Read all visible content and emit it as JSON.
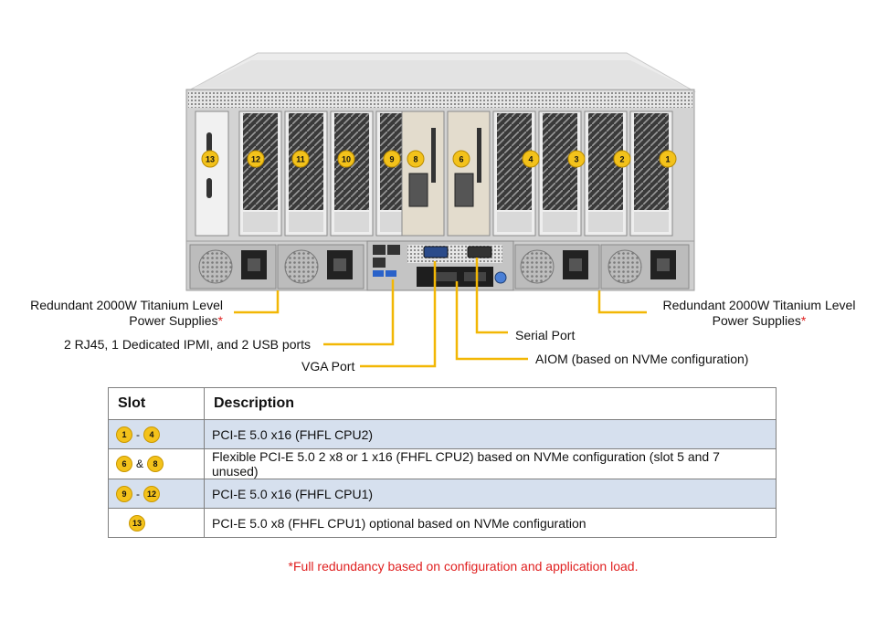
{
  "slot_badges": [
    "13",
    "12",
    "11",
    "10",
    "9",
    "8",
    "6",
    "4",
    "3",
    "2",
    "1"
  ],
  "callouts": {
    "psu_left_line1": "Redundant 2000W Titanium Level",
    "psu_left_line2": "Power Supplies",
    "psu_right_line1": "Redundant 2000W Titanium Level",
    "psu_right_line2": "Power Supplies",
    "asterisk": "*",
    "io_ports": "2 RJ45, 1 Dedicated IPMI, and 2 USB ports",
    "vga": "VGA Port",
    "serial": "Serial Port",
    "aiom": "AIOM (based on NVMe configuration)"
  },
  "colors": {
    "callout_line": "#f2b705",
    "badge": "#f3c21b",
    "band": "#d6e0ee",
    "footnote": "#e02020"
  },
  "table": {
    "headers": {
      "slot": "Slot",
      "description": "Description"
    },
    "rows": [
      {
        "a": "1",
        "sep": "-",
        "b": "4",
        "desc": "PCI-E 5.0 x16 (FHFL CPU2)"
      },
      {
        "a": "6",
        "sep": "&",
        "b": "8",
        "desc": "Flexible PCI-E 5.0  2 x8 or 1 x16 (FHFL CPU2) based on NVMe configuration (slot 5 and 7 unused)"
      },
      {
        "a": "9",
        "sep": "-",
        "b": "12",
        "desc": "PCI-E 5.0 x16 (FHFL CPU1)"
      },
      {
        "a": "13",
        "desc": "PCI-E 5.0 x8 (FHFL CPU1) optional based on NVMe configuration"
      }
    ]
  },
  "footnote": "*Full redundancy based on configuration and application load."
}
